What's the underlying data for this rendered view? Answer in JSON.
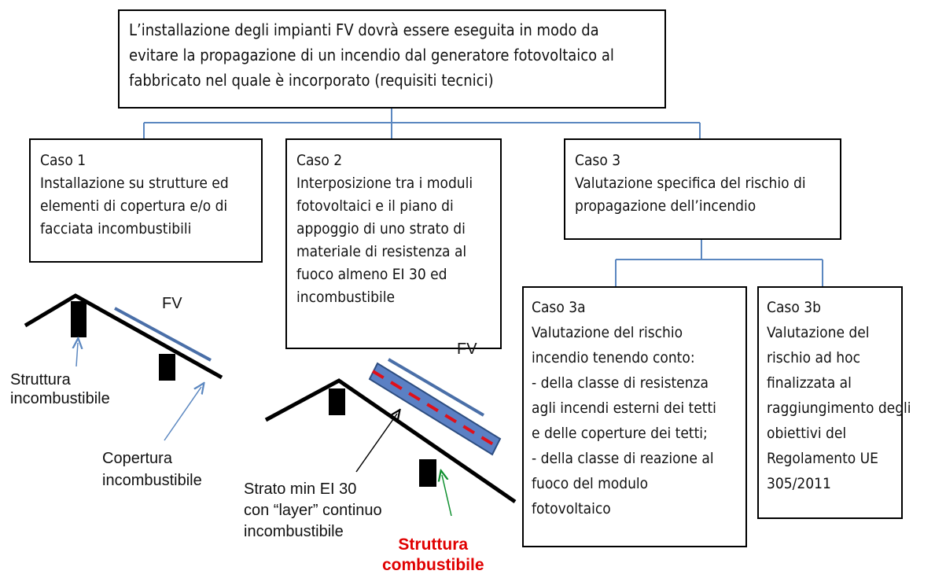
{
  "top": {
    "lines": [
      "L’installazione degli impianti FV dovrà essere eseguita in modo da",
      "evitare la propagazione di un incendio dal generatore fotovoltaico al",
      "fabbricato nel quale è incorporato (requisiti tecnici)"
    ]
  },
  "case1": {
    "title": "Caso 1",
    "lines": [
      "Installazione su strutture ed",
      "elementi di copertura e/o di",
      "facciata incombustibili"
    ]
  },
  "case2": {
    "title": "Caso 2",
    "lines": [
      "Interposizione tra i moduli",
      "fotovoltaici e il piano di",
      "appoggio di uno strato di",
      "materiale di resistenza al",
      "fuoco almeno EI 30  ed",
      "incombustibile"
    ]
  },
  "case3": {
    "title": "Caso 3",
    "lines": [
      "Valutazione specifica del rischio di",
      "propagazione dell’incendio"
    ]
  },
  "case3a": {
    "title": "Caso 3a",
    "lines": [
      "Valutazione del rischio",
      "incendio tenendo conto:",
      "- della classe di resistenza",
      "agli incendi esterni dei tetti",
      "e delle coperture dei tetti;",
      "- della classe di reazione al",
      "fuoco del modulo",
      "fotovoltaico"
    ]
  },
  "case3b": {
    "title": "Caso 3b",
    "lines": [
      "Valutazione del",
      "rischio ad hoc",
      "finalizzata al",
      "raggiungimento degli",
      "obiettivi del",
      "Regolamento UE",
      "305/2011"
    ]
  },
  "roof1": {
    "fv": "FV",
    "struttura": [
      "Struttura",
      "incombustibile"
    ],
    "copertura": [
      "Copertura",
      "incombustibile"
    ]
  },
  "roof2": {
    "fv": "FV",
    "strato": [
      "Strato min EI 30",
      "con “layer” continuo",
      "incombustibile"
    ],
    "struttura": [
      "Struttura",
      "combustibile"
    ]
  },
  "colors": {
    "connector": "#5b87c0",
    "panel": "#4a6fa8",
    "layer_fill": "#5b80c4",
    "dashes": "#e0101a",
    "red_text": "#e00000",
    "green_arrow": "#109030"
  }
}
